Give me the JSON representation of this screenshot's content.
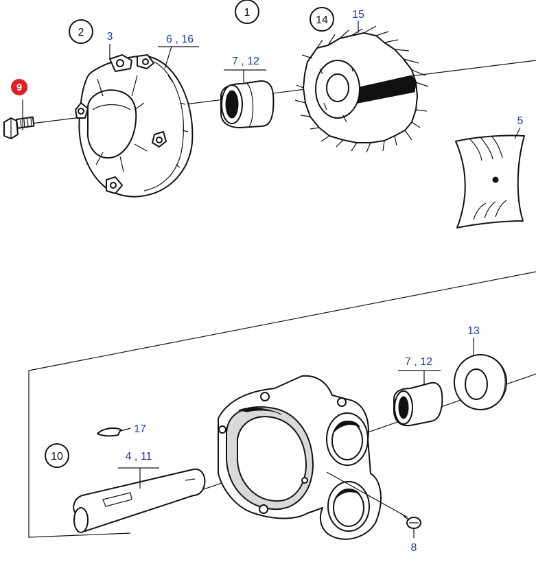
{
  "callouts": {
    "c1": "1",
    "c2": "2",
    "c3": "3",
    "c5": "5",
    "c6_16": "6 , 16",
    "c7_12_top": "7 , 12",
    "c8": "8",
    "c9": "9",
    "c10": "10",
    "c4_11": "4 , 11",
    "c13": "13",
    "c14": "14",
    "c15": "15",
    "c7_12_bottom": "7 , 12",
    "c17": "17"
  },
  "colors": {
    "label_blue": "#1c3aa9",
    "highlight_red": "#e02020",
    "line": "#111111"
  }
}
